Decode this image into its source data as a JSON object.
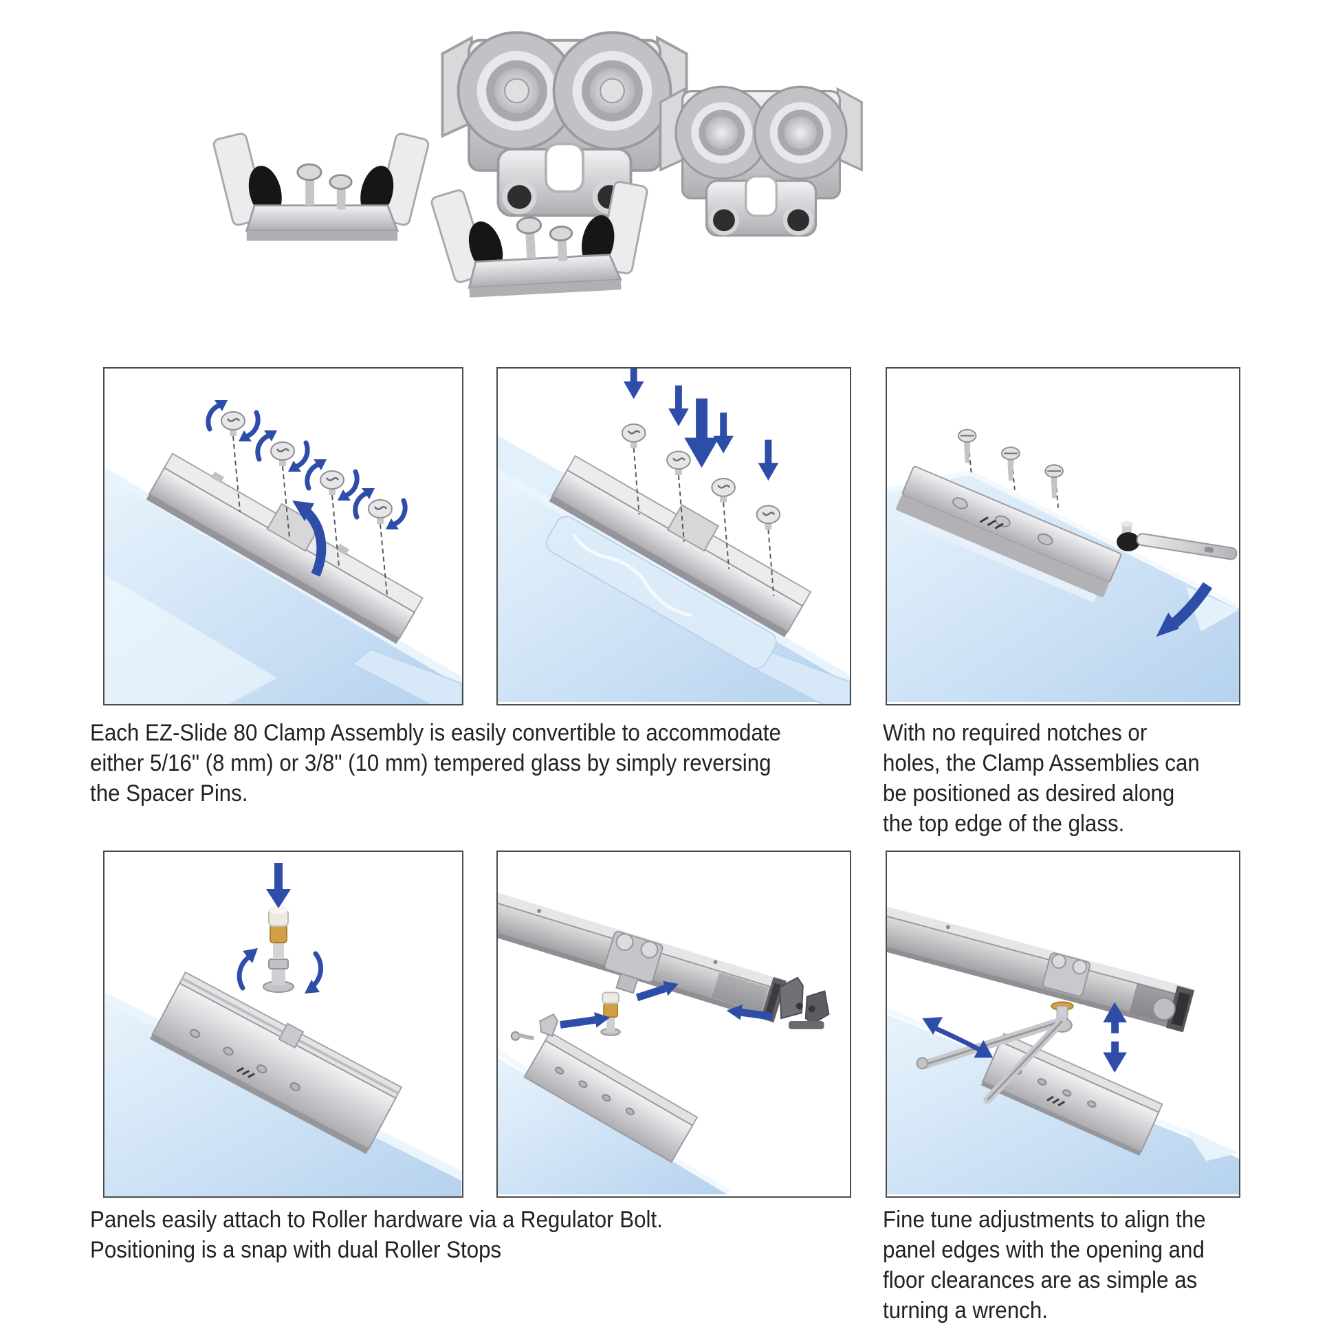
{
  "document": {
    "background": "#ffffff",
    "product_photos": [
      {
        "name": "clamp-assembly-with-spacer-pins-left"
      },
      {
        "name": "double-wheel-roller-hanger-large"
      },
      {
        "name": "clamp-assembly-with-spacer-pins-center"
      },
      {
        "name": "double-wheel-roller-hanger-right"
      }
    ],
    "captions": {
      "row1_left": {
        "lines": [
          "Each EZ-Slide 80 Clamp Assembly is easily convertible to accommodate",
          "either 5/16\" (8 mm) or 3/8\" (10 mm) tempered glass by simply reversing",
          "the Spacer Pins."
        ]
      },
      "row1_right": {
        "lines": [
          "With no required notches or",
          "holes, the Clamp Assemblies can",
          "be positioned as desired along",
          "the top edge of the glass."
        ]
      },
      "row2_left": {
        "lines": [
          "Panels easily attach to Roller hardware via a Regulator Bolt.",
          "Positioning is a snap with dual Roller Stops"
        ]
      },
      "row2_right": {
        "lines": [
          "Fine tune adjustments to align the",
          "panel edges with the opening and",
          "floor clearances are as simple as",
          "turning a wrench."
        ]
      }
    },
    "colors": {
      "arrow_blue": "#2d4da8",
      "glass_blue": "#cfe3f6",
      "metal_gray": "#c9c9cc",
      "regulator_bolt_orange": "#d39f44",
      "rubber_pad_black": "#161616",
      "caption_text": "#222222",
      "panel_border": "#4b4b4b"
    }
  }
}
